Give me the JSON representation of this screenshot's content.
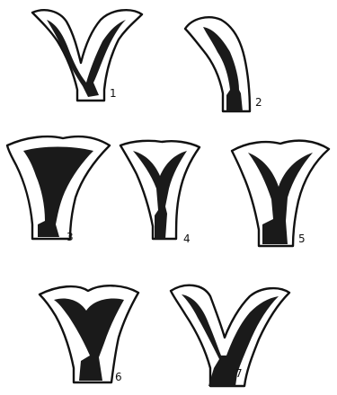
{
  "figure": {
    "background": "#ffffff",
    "ink": "#111111",
    "panels": [
      {
        "label": "1",
        "shape": "forked cavity, open arms"
      },
      {
        "label": "2",
        "shape": "single tilted arm"
      },
      {
        "label": "3",
        "shape": "triangular cavity, single canal"
      },
      {
        "label": "4",
        "shape": "short Y cavity"
      },
      {
        "label": "5",
        "shape": "Y cavity, long canal"
      },
      {
        "label": "6",
        "shape": "heart-shaped cavity"
      },
      {
        "label": "7",
        "shape": "deep split arms"
      }
    ]
  }
}
